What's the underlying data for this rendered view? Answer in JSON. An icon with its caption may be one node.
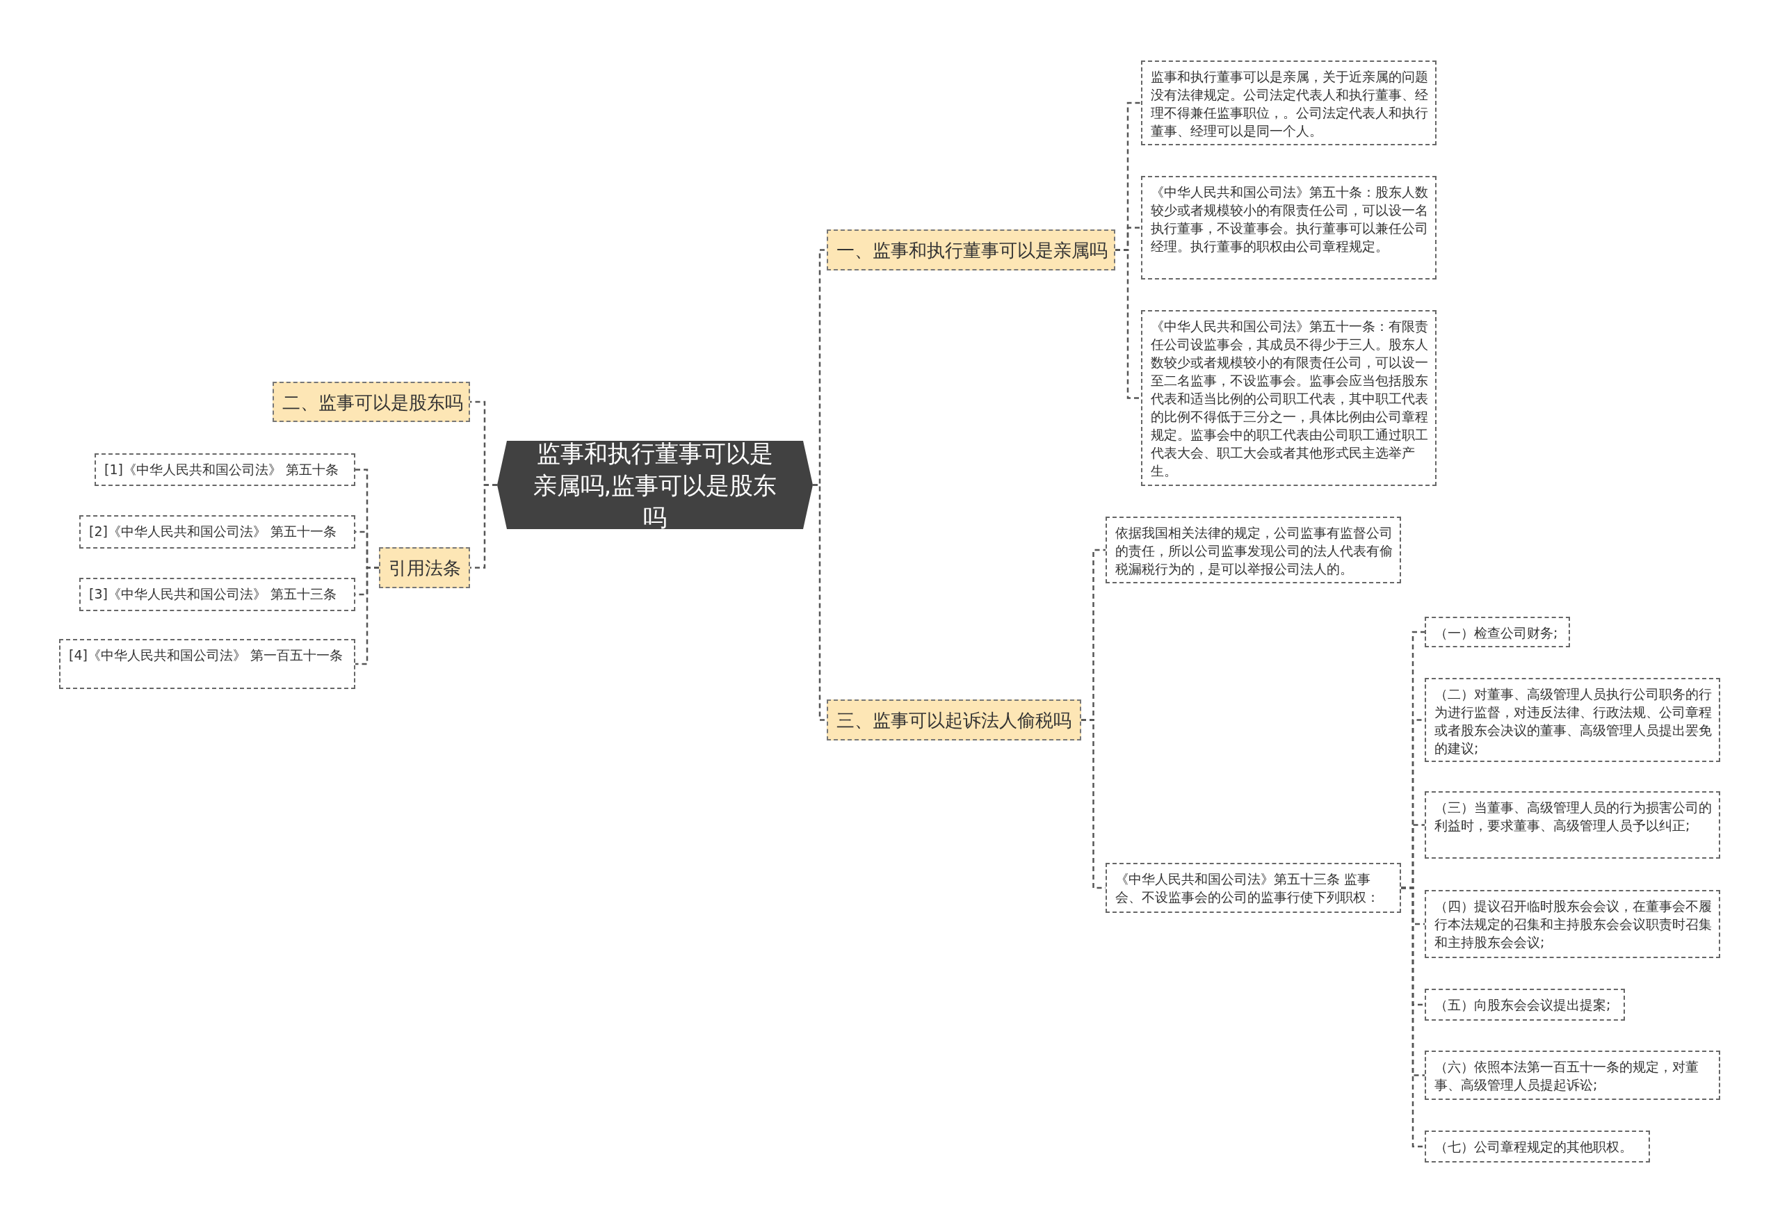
{
  "diagram": {
    "nodes": [
      {
        "text": [
          "监事和执行董事可以是亲属吗,监事可以是股东吗"
        ]
      },
      {
        "text": [
          "一、监事和执行董事可以是亲属吗"
        ]
      },
      {
        "text": [
          "监事和执行董事可以是亲属，关于近亲属的问题没有法律规定。公司法定代表人和执行董事、经理不得兼任监事职位，。公司法定代表人和执行董事、经理可以是同一个人。"
        ]
      },
      {
        "text": [
          "《中华人民共和国公司法》第五十条：股东人数较少或者规模较小的有限责任公司，可以设一名执行董事，不设董事会。执行董事可以兼任公司经理。执行董事的职权由公司章程规定。"
        ]
      },
      {
        "text": [
          "《中华人民共和国公司法》第五十一条：有限责任公司设监事会，其成员不得少于三人。股东人数较少或者规模较小的有限责任公司，可以设一至二名监事，不设监事会。监事会应当包括股东代表和适当比例的公司职工代表，其中职工代表的比例不得低于三分之一，具体比例由公司章程规定。监事会中的职工代表由公司职工通过职工代表大会、职工大会或者其他形式民主选举产生。"
        ]
      },
      {
        "text": [
          "二、监事可以是股东吗"
        ]
      },
      {
        "text": [
          "引用法条"
        ]
      },
      {
        "text": [
          "[1]《中华人民共和国公司法》 第五十条"
        ]
      },
      {
        "text": [
          "[2]《中华人民共和国公司法》 第五十一条"
        ]
      },
      {
        "text": [
          "[3]《中华人民共和国公司法》 第五十三条"
        ]
      },
      {
        "text": [
          "[4]《中华人民共和国公司法》 第一百五十一条"
        ]
      },
      {
        "text": [
          "三、监事可以起诉法人偷税吗"
        ]
      },
      {
        "text": [
          "依据我国相关法律的规定，公司监事有监督公司的责任，所以公司监事发现公司的法人代表有偷税漏税行为的，是可以举报公司法人的。"
        ]
      },
      {
        "text": [
          "《中华人民共和国公司法》第五十三条 监事会、不设监事会的公司的监事行使下列职权："
        ]
      },
      {
        "text": [
          "（一）检查公司财务;"
        ]
      },
      {
        "text": [
          "（二）对董事、高级管理人员执行公司职务的行为进行监督，对违反法律、行政法规、公司章程或者股东会决议的董事、高级管理人员提出罢免的建议;"
        ]
      },
      {
        "text": [
          "（三）当董事、高级管理人员的行为损害公司的利益时，要求董事、高级管理人员予以纠正;"
        ]
      },
      {
        "text": [
          "（四）提议召开临时股东会会议，在董事会不履行本法规定的召集和主持股东会会议职责时召集和主持股东会会议;"
        ]
      },
      {
        "text": [
          "（五）向股东会会议提出提案;"
        ]
      },
      {
        "text": [
          "（六）依照本法第一百五十一条的规定，对董事、高级管理人员提起诉讼;"
        ]
      },
      {
        "text": [
          "（七）公司章程规定的其他职权。"
        ]
      }
    ],
    "edges": [
      {
        "from": 0,
        "to": 1,
        "arrow": "none"
      },
      {
        "from": 1,
        "to": 2,
        "arrow": "none"
      },
      {
        "from": 1,
        "to": 3,
        "arrow": "none"
      },
      {
        "from": 1,
        "to": 4,
        "arrow": "none"
      },
      {
        "from": 0,
        "to": 5,
        "arrow": "none"
      },
      {
        "from": 0,
        "to": 6,
        "arrow": "none"
      },
      {
        "from": 6,
        "to": 7,
        "arrow": "none"
      },
      {
        "from": 6,
        "to": 8,
        "arrow": "none"
      },
      {
        "from": 6,
        "to": 9,
        "arrow": "none"
      },
      {
        "from": 6,
        "to": 10,
        "arrow": "none"
      },
      {
        "from": 0,
        "to": 11,
        "arrow": "none"
      },
      {
        "from": 11,
        "to": 12,
        "arrow": "none"
      },
      {
        "from": 11,
        "to": 13,
        "arrow": "none"
      },
      {
        "from": 13,
        "to": 14,
        "arrow": "none"
      },
      {
        "from": 13,
        "to": 15,
        "arrow": "none"
      },
      {
        "from": 13,
        "to": 16,
        "arrow": "none"
      },
      {
        "from": 13,
        "to": 17,
        "arrow": "none"
      },
      {
        "from": 13,
        "to": 18,
        "arrow": "none"
      },
      {
        "from": 13,
        "to": 19,
        "arrow": "none"
      },
      {
        "from": 13,
        "to": 20,
        "arrow": "none"
      }
    ]
  }
}
